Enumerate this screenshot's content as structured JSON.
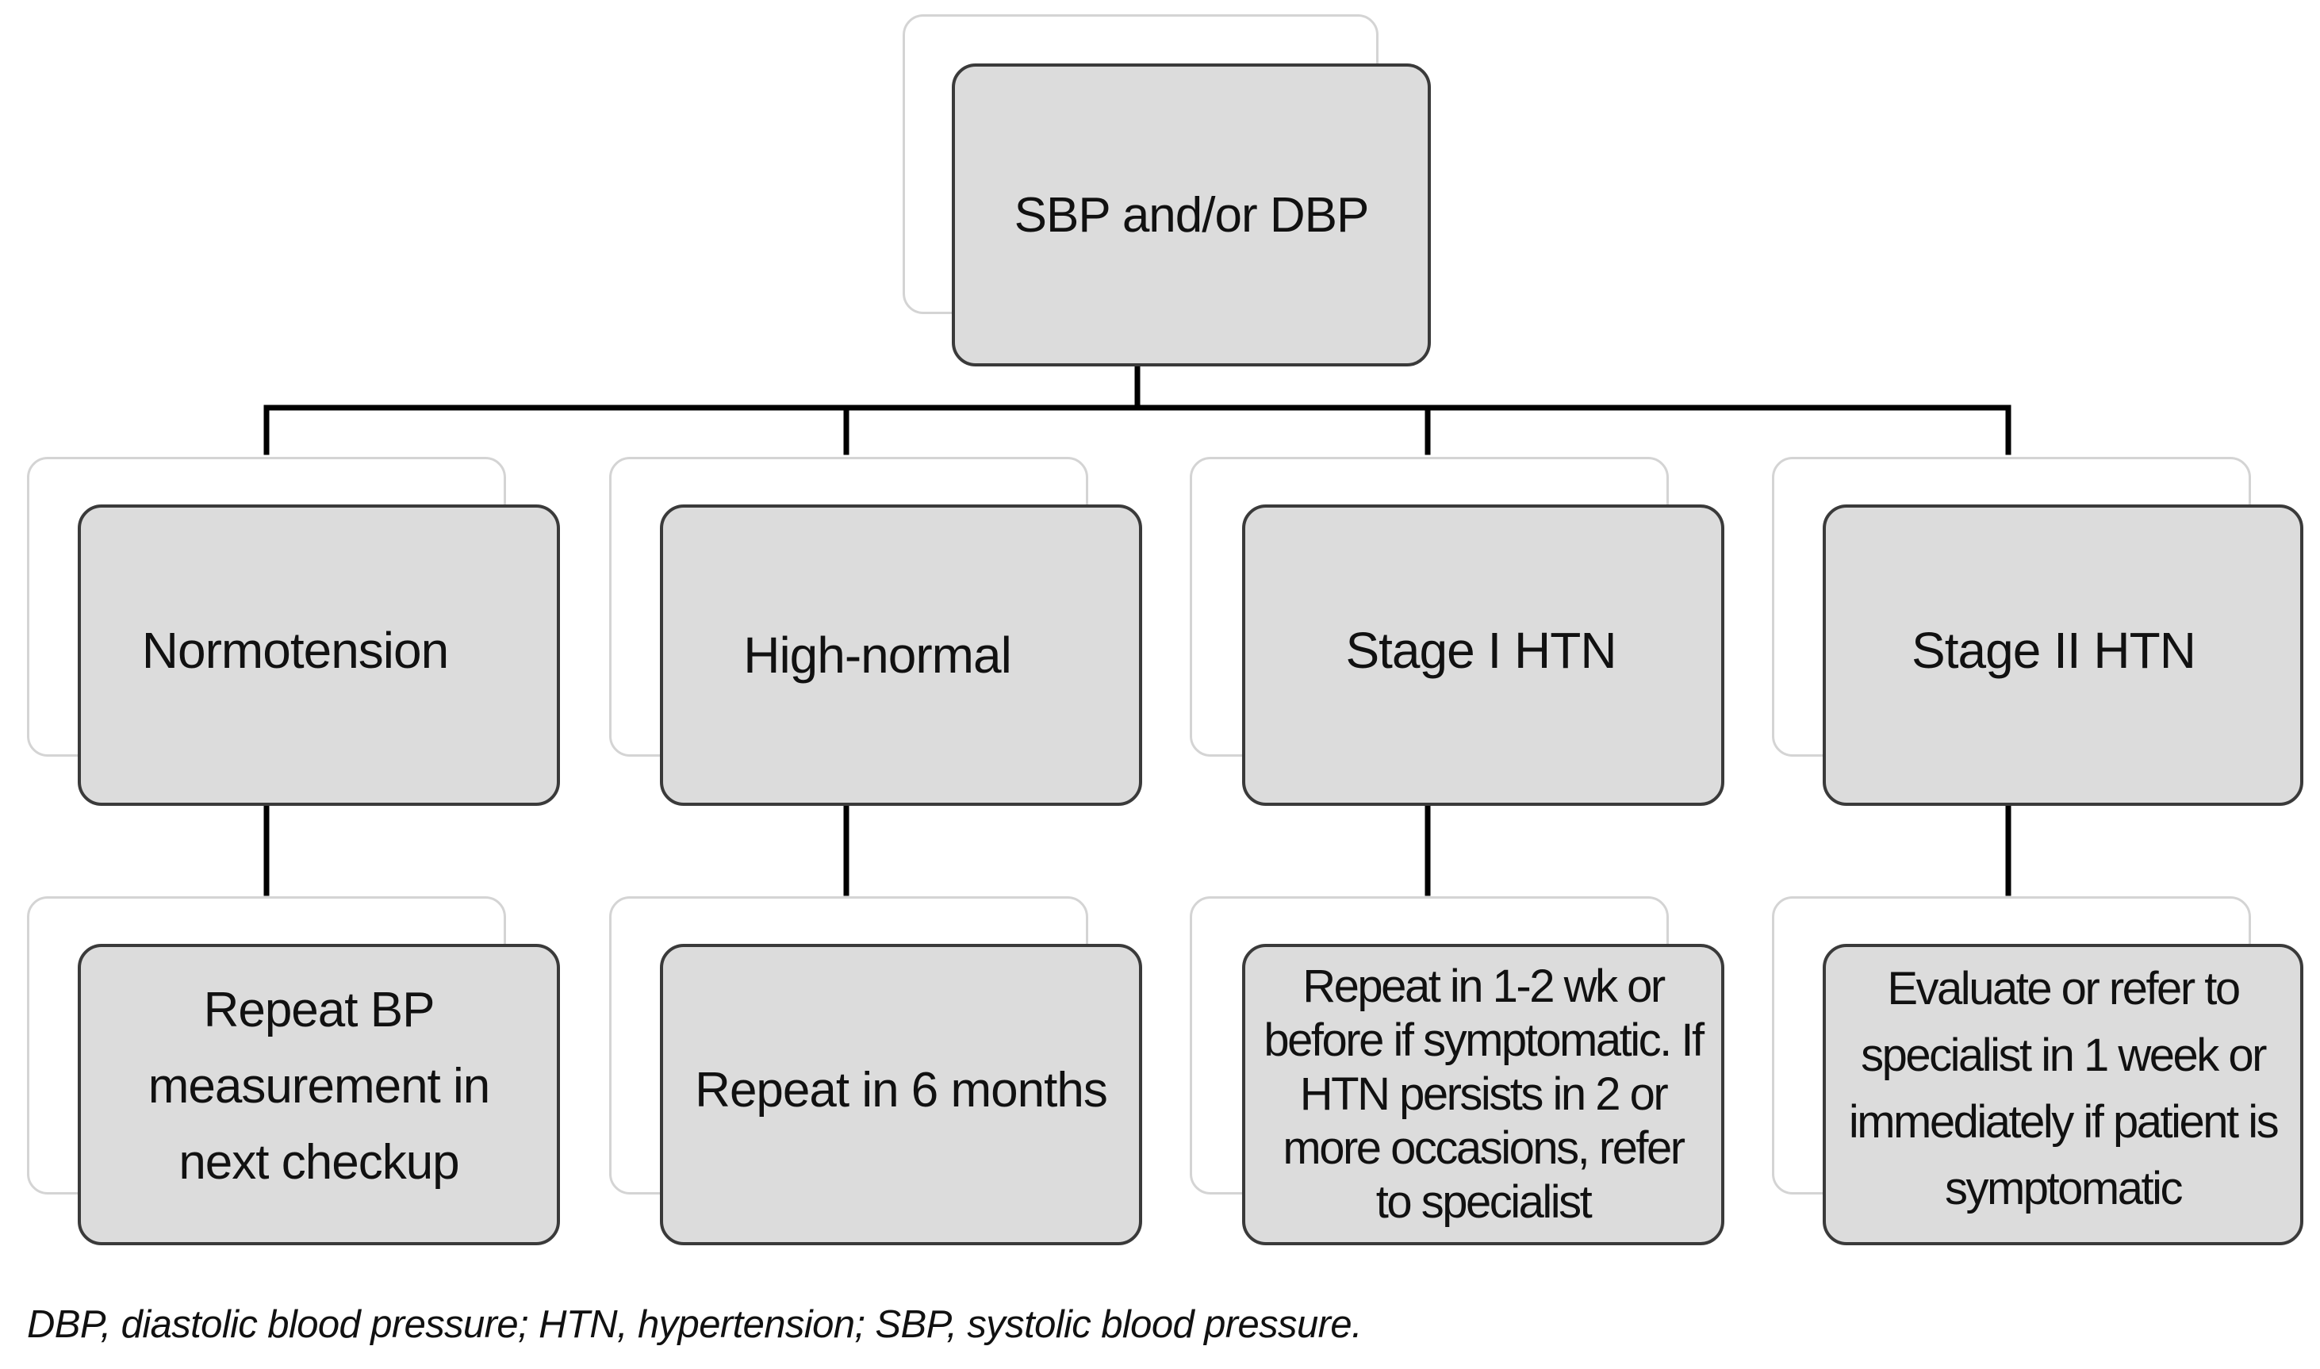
{
  "root": {
    "label": "SBP and/or DBP"
  },
  "categories": [
    {
      "label": "Normotension",
      "action": "Repeat BP measurement in next checkup"
    },
    {
      "label": "High-normal",
      "action": "Repeat in 6 months"
    },
    {
      "label": "Stage I HTN",
      "action": "Repeat in 1-2 wk or before if symptomatic. If HTN persists in 2 or more occasions, refer to specialist"
    },
    {
      "label": "Stage II HTN",
      "action": "Evaluate or refer to specialist in 1 week or immediately if patient is symptomatic"
    }
  ],
  "caption": "DBP, diastolic blood pressure; HTN, hypertension; SBP, systolic blood pressure.",
  "colors": {
    "node_fill": "#dcdcdc",
    "node_border": "#3a3a3a",
    "shadow_border": "#d4d4d4",
    "connector": "#000000"
  }
}
